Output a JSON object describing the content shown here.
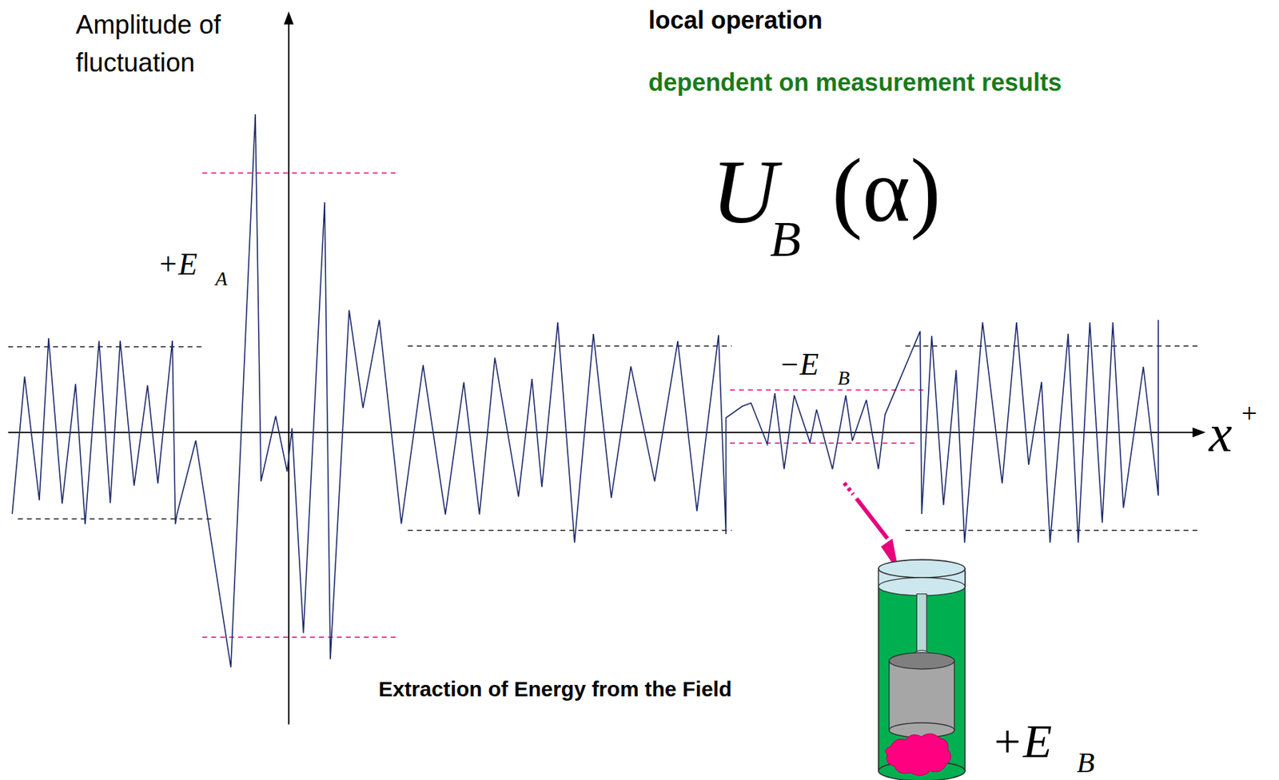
{
  "diagram": {
    "labels": [
      "Amplitude of fluctuation",
      "local operation",
      "dependent on measurement results",
      "U",
      "B",
      "(α)",
      "+E",
      "A",
      "−E",
      "B",
      "x",
      "+",
      "Extraction of Energy from the Field",
      "+E",
      "B"
    ]
  }
}
